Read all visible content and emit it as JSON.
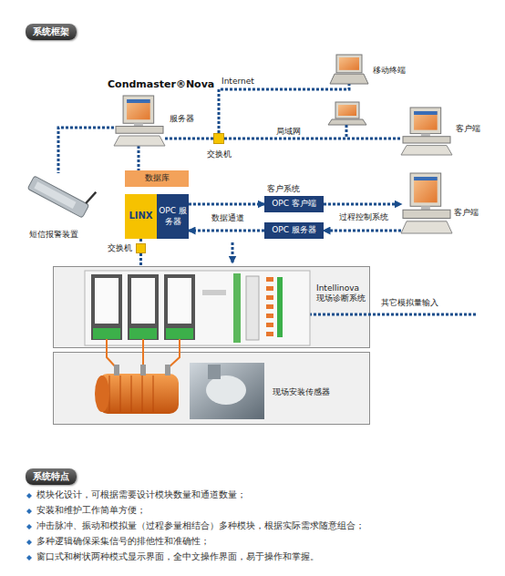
{
  "diagram": {
    "title": "系统框架",
    "nodes": [
      {
        "text": [
          "服务器"
        ]
      },
      {
        "text": [
          "移动终端"
        ]
      },
      {
        "text": [
          "客户端"
        ]
      },
      {
        "text": [
          "交换机"
        ]
      },
      {
        "text": [
          "短信报警装置"
        ]
      },
      {
        "text": [
          "数据库"
        ]
      },
      {
        "text": [
          "LINX"
        ]
      },
      {
        "text": [
          "OPC 服务器"
        ]
      },
      {
        "text": [
          "交换机"
        ]
      },
      {
        "text": [
          "OPC 客户端"
        ]
      },
      {
        "text": [
          "OPC 服务器"
        ]
      },
      {
        "text": [
          "客户端"
        ]
      },
      {
        "text": [
          "Intellinova 现场诊断系统"
        ]
      },
      {
        "text": [
          "现场安装传感器"
        ]
      }
    ],
    "edges": [
      {
        "from": 0,
        "to": 3,
        "arrow": "none"
      },
      {
        "from": 3,
        "to": 1,
        "label": "Internet",
        "arrow": "none"
      },
      {
        "from": 3,
        "to": 2,
        "label": "局域网",
        "arrow": "none"
      },
      {
        "from": 0,
        "to": 4,
        "arrow": "none"
      },
      {
        "from": 0,
        "to": 5,
        "arrow": "none"
      },
      {
        "from": 6,
        "to": 8,
        "arrow": "none"
      },
      {
        "from": 8,
        "to": 12,
        "arrow": "none"
      },
      {
        "from": 7,
        "to": 9,
        "label": "数据通道",
        "arrow": "to"
      },
      {
        "from": 10,
        "to": 7,
        "arrow": "to"
      },
      {
        "from": 9,
        "to": 11,
        "arrow": "to"
      },
      {
        "from": 11,
        "to": 10,
        "arrow": "to"
      }
    ],
    "labels": [
      "Condmaster®Nova",
      "客户系统",
      "过程控制系统",
      "其它模拟量输入",
      "系统特点",
      "模块化设计，可根据需要设计模块数量和通道数量；",
      "安装和维护工作简单方便；",
      "冲击脉冲、振动和模拟量（过程参量相结合）多种模块，根据实际需求随意组合；",
      "多种逻辑确保采集信号的排他性和准确性；",
      "窗口式和树状两种模式显示界面，全中文操作界面，易于操作和掌握。"
    ]
  }
}
